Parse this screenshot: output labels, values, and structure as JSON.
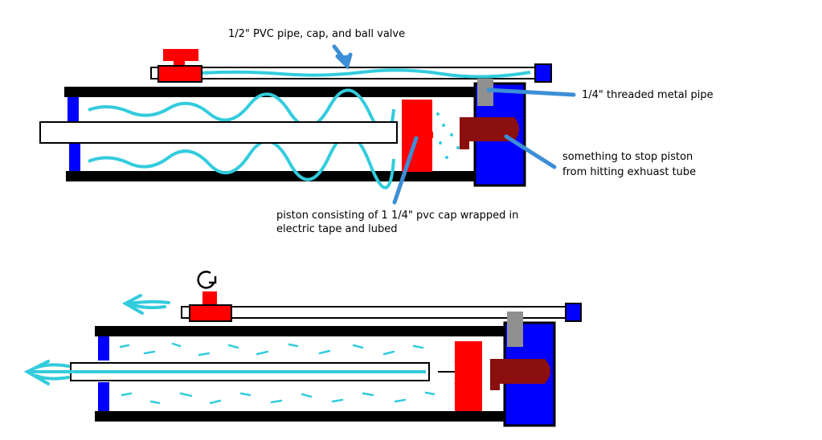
{
  "labels": {
    "pvc_pipe": "1/2\" PVC pipe, cap, and ball valve",
    "threaded_pipe": "1/4\" threaded metal pipe",
    "stopper_line1": "something to stop piston",
    "stopper_line2": "from hitting exhuast tube",
    "piston_line1": "piston consisting of 1 1/4\" pvc cap wrapped in",
    "piston_line2": "electric tape and lubed"
  },
  "colors": {
    "outline": "#000000",
    "valve": "#ff0000",
    "end_cap": "#0000ff",
    "air": "#33ccdd",
    "pointer": "#3d8ed6",
    "metal_pipe": "#909090",
    "stopper": "#8b0f0f",
    "background": "#ffffff"
  },
  "icons": [
    "rotate-arrow-icon",
    "flow-arrow-icon"
  ]
}
